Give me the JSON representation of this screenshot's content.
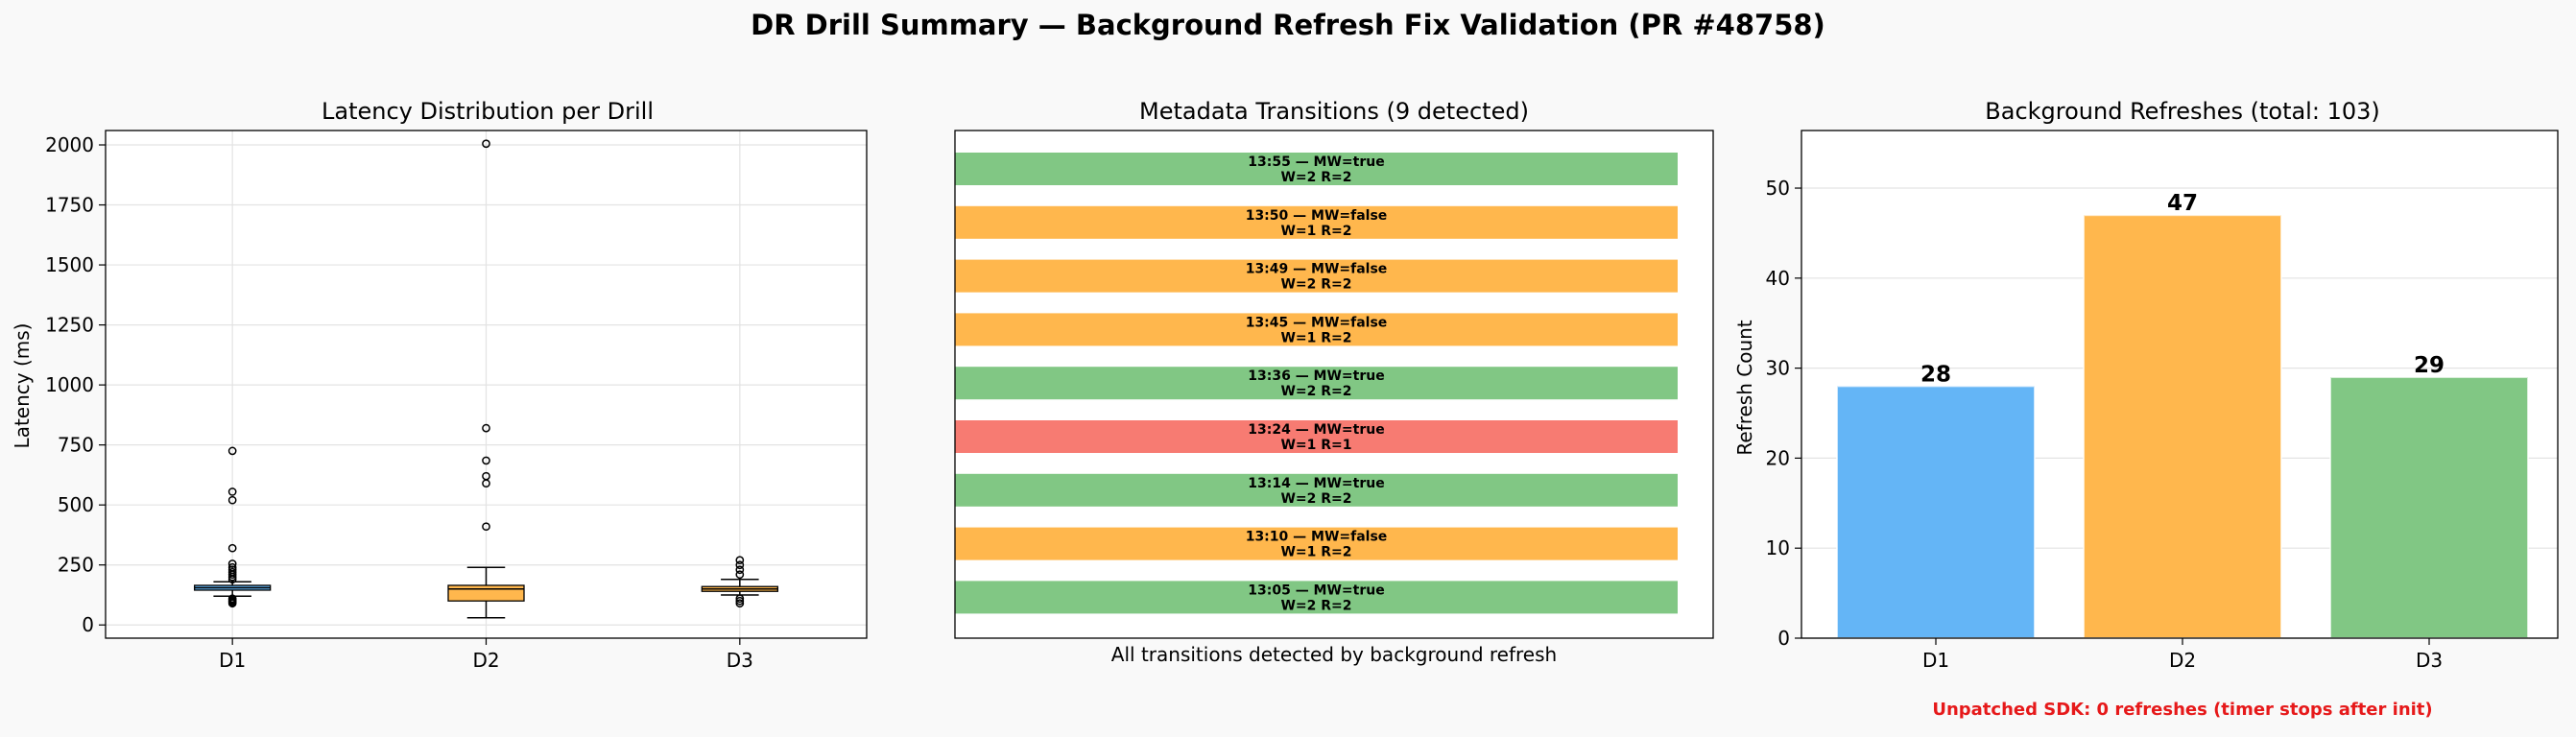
{
  "suptitle": "DR Drill Summary — Background Refresh Fix Validation (PR #48758)",
  "colors": {
    "background": "#f9f9f9",
    "blue": "#64b5f6",
    "orange": "#ffb74d",
    "green": "#81c784",
    "red": "#f77b72",
    "note_red": "#e6191a",
    "median_line": "#000000"
  },
  "chart_data": [
    {
      "type": "box",
      "title": "Latency Distribution per Drill",
      "xlabel": "",
      "ylabel": "Latency (ms)",
      "ylim": [
        -55,
        2060
      ],
      "yticks": [
        0,
        250,
        500,
        750,
        1000,
        1250,
        1500,
        1750,
        2000
      ],
      "grid": true,
      "categories": [
        "D1",
        "D2",
        "D3"
      ],
      "boxes": [
        {
          "name": "D1",
          "color": "#64b5f6",
          "whislo": 120,
          "q1": 145,
          "median": 155,
          "q3": 165,
          "whishi": 180,
          "fliers": [
            725,
            555,
            520,
            320,
            255,
            240,
            230,
            220,
            210,
            200,
            190,
            110,
            105,
            100,
            95,
            90
          ]
        },
        {
          "name": "D2",
          "color": "#ffb74d",
          "whislo": 30,
          "q1": 100,
          "median": 150,
          "q3": 165,
          "whishi": 240,
          "fliers": [
            2005,
            820,
            685,
            620,
            590,
            410
          ]
        },
        {
          "name": "D3",
          "color": "#ffb74d",
          "whislo": 125,
          "q1": 140,
          "median": 150,
          "q3": 160,
          "whishi": 190,
          "fliers": [
            270,
            250,
            230,
            210,
            110,
            100,
            90
          ]
        }
      ]
    },
    {
      "type": "timeline",
      "title": "Metadata Transitions (9 detected)",
      "xlabel": "All transitions detected by background refresh",
      "events": [
        {
          "time": "13:55",
          "mw": "true",
          "label": "13:55 — MW=true",
          "sublabel": "W=2 R=2",
          "color": "#81c784"
        },
        {
          "time": "13:50",
          "mw": "false",
          "label": "13:50 — MW=false",
          "sublabel": "W=1 R=2",
          "color": "#ffb74d"
        },
        {
          "time": "13:49",
          "mw": "false",
          "label": "13:49 — MW=false",
          "sublabel": "W=2 R=2",
          "color": "#ffb74d"
        },
        {
          "time": "13:45",
          "mw": "false",
          "label": "13:45 — MW=false",
          "sublabel": "W=1 R=2",
          "color": "#ffb74d"
        },
        {
          "time": "13:36",
          "mw": "true",
          "label": "13:36 — MW=true",
          "sublabel": "W=2 R=2",
          "color": "#81c784"
        },
        {
          "time": "13:24",
          "mw": "true",
          "label": "13:24 — MW=true",
          "sublabel": "W=1 R=1",
          "color": "#f77b72"
        },
        {
          "time": "13:14",
          "mw": "true",
          "label": "13:14 — MW=true",
          "sublabel": "W=2 R=2",
          "color": "#81c784"
        },
        {
          "time": "13:10",
          "mw": "false",
          "label": "13:10 — MW=false",
          "sublabel": "W=1 R=2",
          "color": "#ffb74d"
        },
        {
          "time": "13:05",
          "mw": "true",
          "label": "13:05 — MW=true",
          "sublabel": "W=2 R=2",
          "color": "#81c784"
        }
      ]
    },
    {
      "type": "bar",
      "title": "Background Refreshes (total: 103)",
      "xlabel": "",
      "ylabel": "Refresh Count",
      "ylim": [
        0,
        56.4
      ],
      "yticks": [
        0,
        10,
        20,
        30,
        40,
        50
      ],
      "grid": true,
      "categories": [
        "D1",
        "D2",
        "D3"
      ],
      "values": [
        28,
        47,
        29
      ],
      "bar_colors": [
        "#64b5f6",
        "#ffb74d",
        "#81c784"
      ],
      "data_labels": [
        "28",
        "47",
        "29"
      ],
      "note": "Unpatched SDK: 0 refreshes (timer stops after init)"
    }
  ]
}
